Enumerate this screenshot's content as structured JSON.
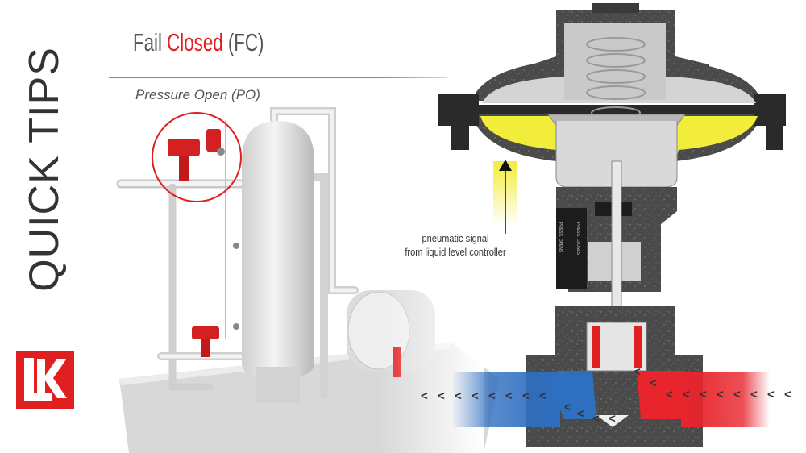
{
  "side_title": "QUICK TIPS",
  "logo": {
    "letter": "K",
    "color": "#e02020"
  },
  "heading": {
    "part1": "Fail ",
    "accent": "Closed",
    "part2": " (FC)"
  },
  "subheading": "Pressure Open (PO)",
  "callout": {
    "line1": "pneumatic signal",
    "line2": "from liquid level controller"
  },
  "valve_plate_labels": [
    "PRESS. OPENS",
    "PRESS. CLOSES"
  ],
  "flow_glyph": "<",
  "colors": {
    "accent": "#e02020",
    "signal": "#f2ec3a",
    "inlet": "#e8242c",
    "outlet": "#2f6fc0",
    "body": "#4b4b4b"
  }
}
